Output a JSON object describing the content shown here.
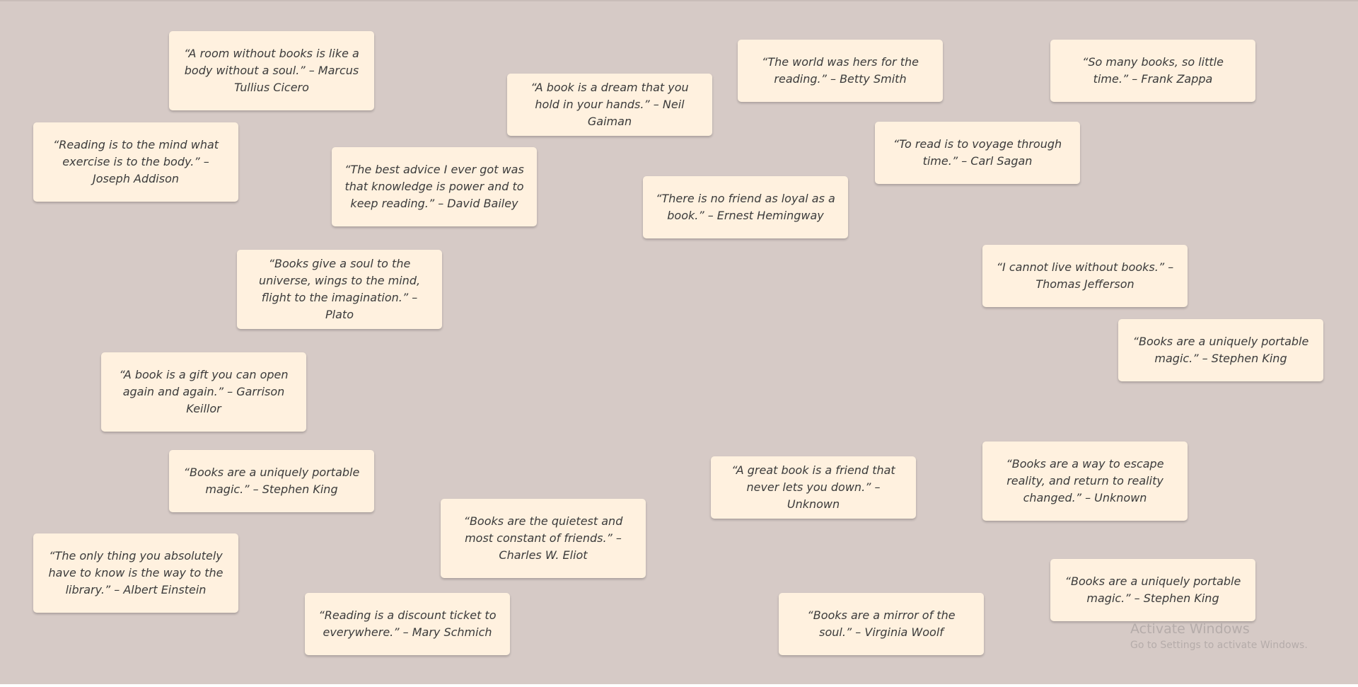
{
  "quotes": [
    {
      "text": "“A room without books is like a body without a soul.” – Marcus Tullius Cicero"
    },
    {
      "text": "“A book is a dream that you hold in your hands.” – Neil Gaiman"
    },
    {
      "text": "“The world was hers for the reading.” – Betty Smith"
    },
    {
      "text": "“So many books, so little time.” – Frank Zappa"
    },
    {
      "text": "“Reading is to the mind what exercise is to the body.” – Joseph Addison"
    },
    {
      "text": "“The best advice I ever got was that knowledge is power and to keep reading.” – David Bailey"
    },
    {
      "text": "“To read is to voyage through time.” – Carl Sagan"
    },
    {
      "text": "“There is no friend as loyal as a book.” – Ernest Hemingway"
    },
    {
      "text": "“Books give a soul to the universe, wings to the mind, flight to the imagination.” – Plato"
    },
    {
      "text": "“I cannot live without books.” – Thomas Jefferson"
    },
    {
      "text": "“Books are a uniquely portable magic.” – Stephen King"
    },
    {
      "text": "“A book is a gift you can open again and again.” – Garrison Keillor"
    },
    {
      "text": "“Books are a uniquely portable magic.” – Stephen King"
    },
    {
      "text": "“A great book is a friend that never lets you down.” – Unknown"
    },
    {
      "text": "“Books are a way to escape reality, and return to reality changed.” – Unknown"
    },
    {
      "text": "“Books are the quietest and most constant of friends.” – Charles W. Eliot"
    },
    {
      "text": "“The only thing you absolutely have to know is the way to the library.” – Albert Einstein"
    },
    {
      "text": "“Reading is a discount ticket to everywhere.” – Mary Schmich"
    },
    {
      "text": "“Books are a mirror of the soul.” – Virginia Woolf"
    },
    {
      "text": "“Books are a uniquely portable magic.” – Stephen King"
    }
  ],
  "watermark": {
    "title": "Activate Windows",
    "subtitle": "Go to Settings to activate Windows."
  },
  "colors": {
    "background": "#d6cac6",
    "card": "#fff1df",
    "text": "#3b3b3b"
  }
}
